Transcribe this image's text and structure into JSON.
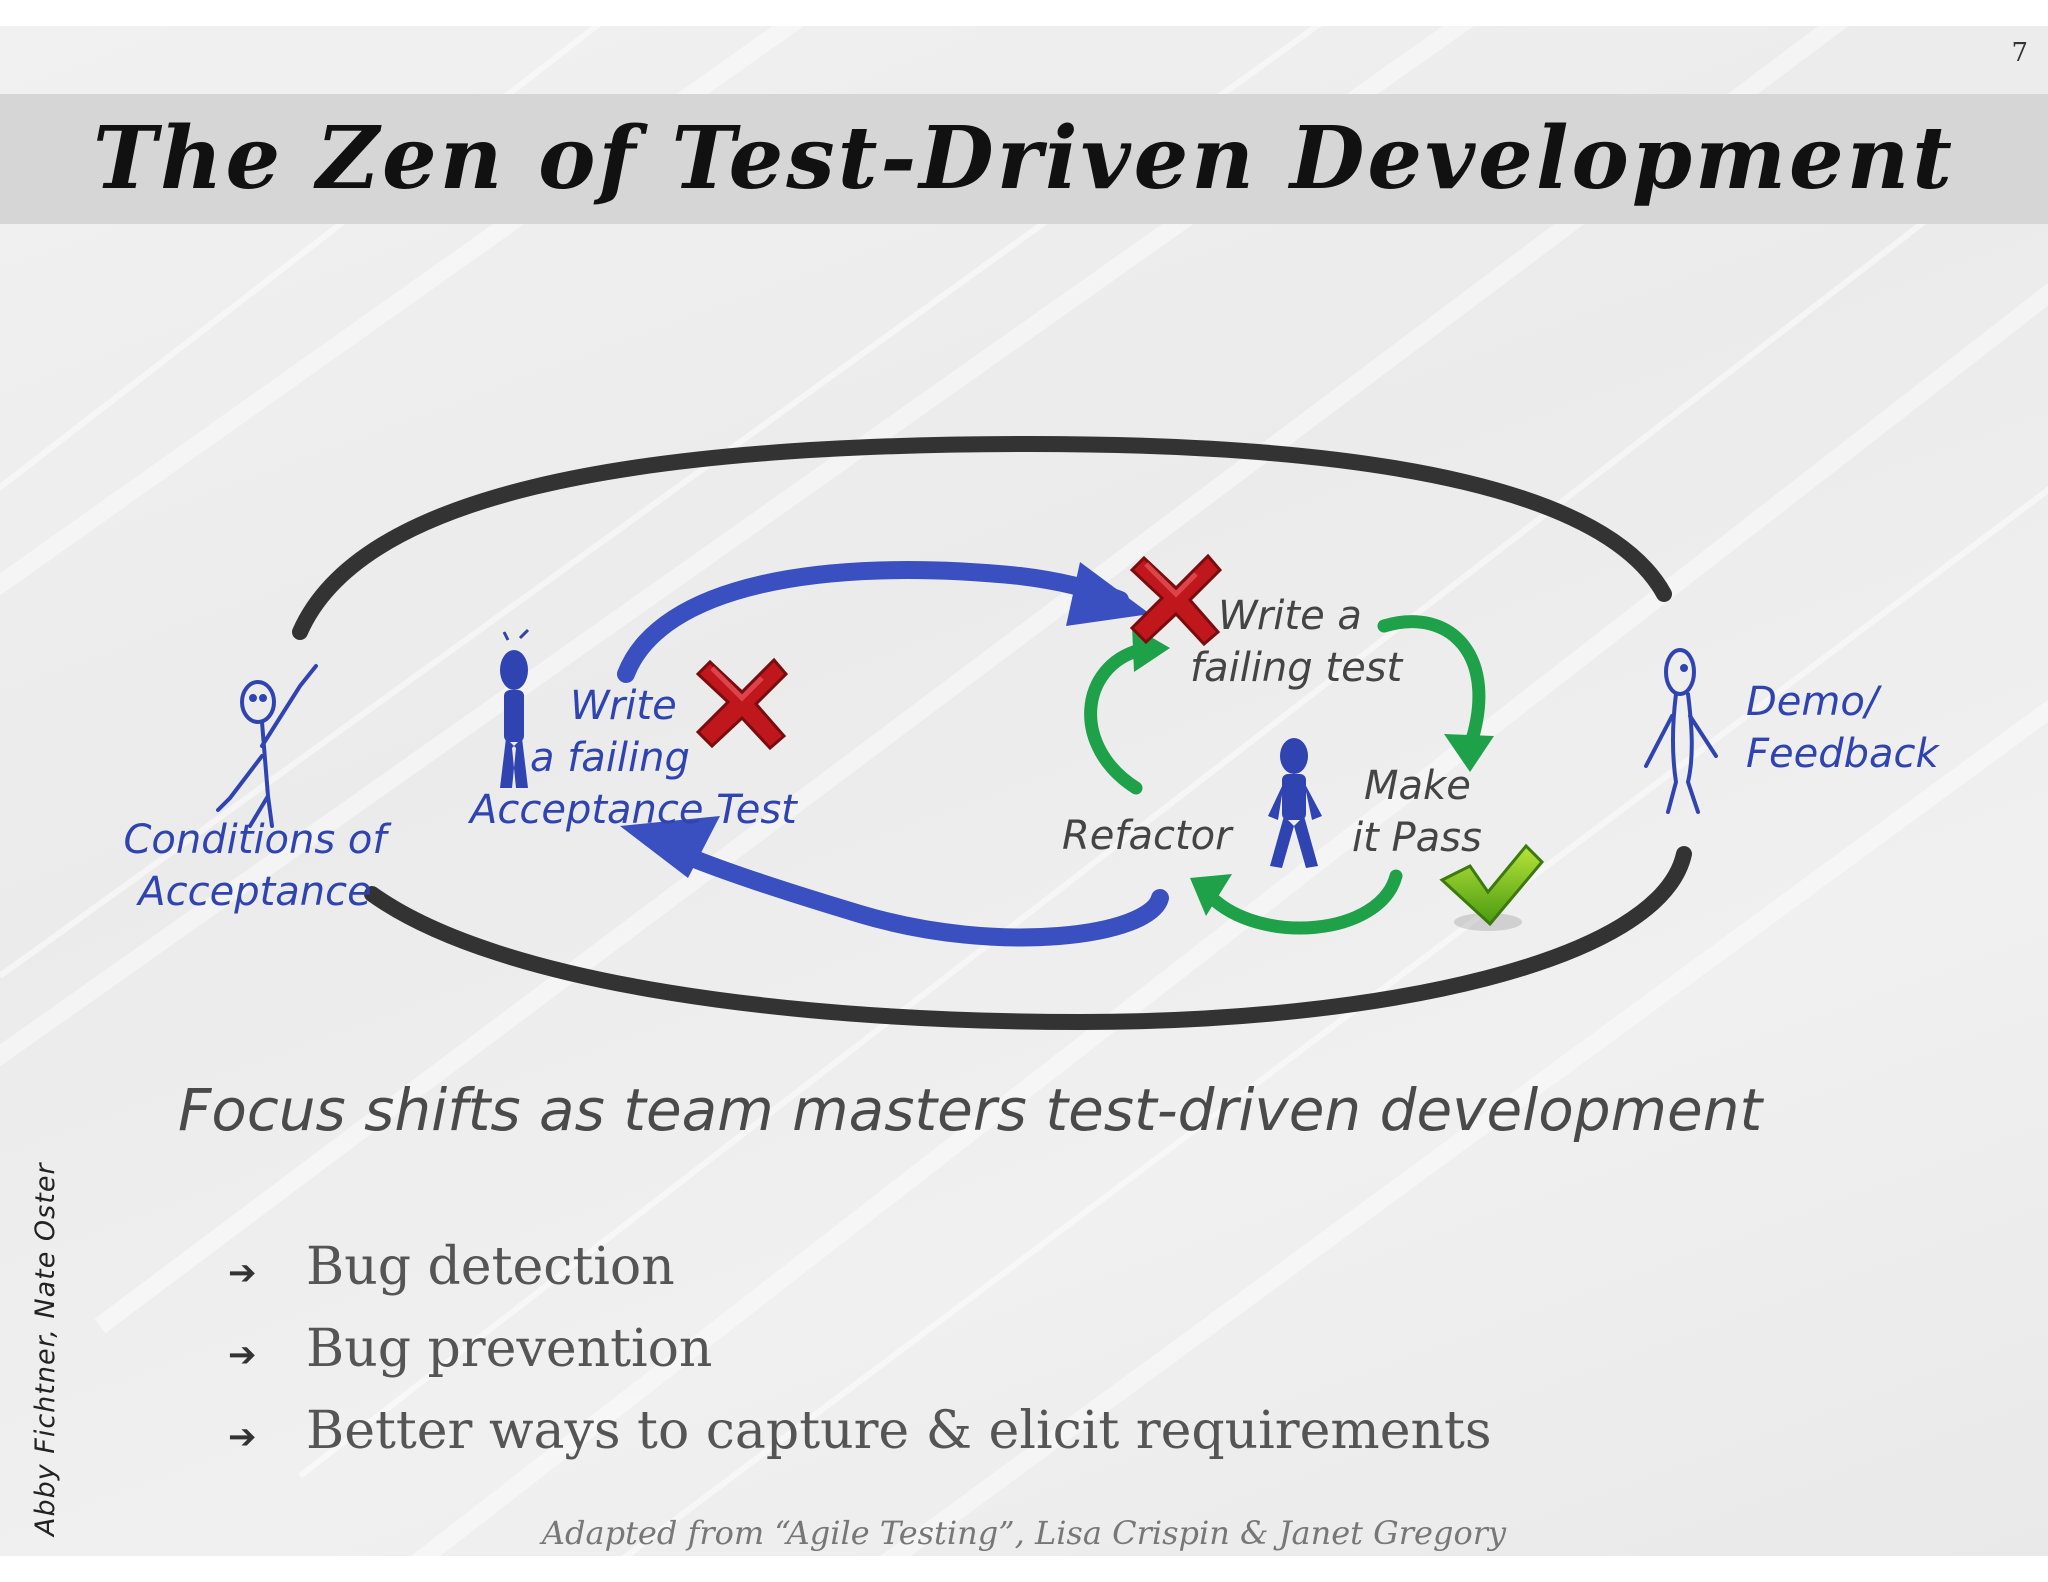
{
  "slide": {
    "page_number": "7",
    "title": "The Zen of Test-Driven Development",
    "author": "Abby Fichtner, Nate Oster",
    "citation": "Adapted from “Agile Testing”, Lisa Crispin & Janet Gregory"
  },
  "diagram": {
    "labels": {
      "conditions_line1": "Conditions of",
      "conditions_line2": "Acceptance",
      "write_acceptance_line1": "Write",
      "write_acceptance_line2": "a failing",
      "write_acceptance_line3": "Acceptance Test",
      "write_failing_line1": "Write a",
      "write_failing_line2": "failing test",
      "make_pass_line1": "Make",
      "make_pass_line2": "it Pass",
      "refactor": "Refactor",
      "demo_line1": "Demo/",
      "demo_line2": "Feedback"
    },
    "colors": {
      "outer_loop": "#333333",
      "acceptance_loop": "#3a50c0",
      "tdd_loop": "#1fa14a",
      "fail_mark": "#c0171d",
      "pass_mark": "#6cbc14",
      "figure_blue": "#2f44b0"
    },
    "icons": [
      "x-fail-icon",
      "check-pass-icon",
      "stick-figure-icon"
    ]
  },
  "content": {
    "subheading": "Focus shifts as team masters test-driven development",
    "bullets": [
      "Bug detection",
      "Bug prevention",
      "Better ways to capture & elicit requirements"
    ]
  }
}
